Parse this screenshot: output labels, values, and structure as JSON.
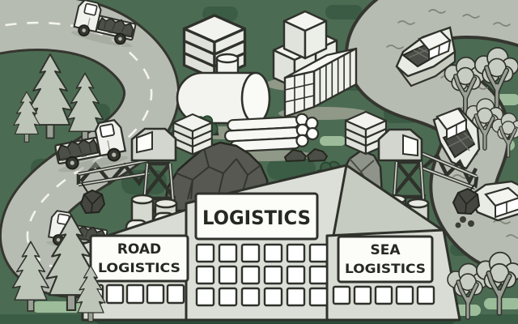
{
  "illustration": {
    "description": "Hand-drawn logistics scene: coal trucks on a winding road, cargo boats on a river, cranes, storage yard and a factory building",
    "signs": {
      "main": "LOGISTICS",
      "road_line1": "ROAD",
      "road_line2": "LOGISTICS",
      "sea_line1": "SEA",
      "sea_line2": "LOGISTICS"
    },
    "colors": {
      "background_green": "#4c6b53",
      "mottle_dark_green": "#31513c",
      "light_green_patch": "#a6c6a2",
      "road_river_gray": "#b7bcb3",
      "outline_ink": "#2f312b",
      "object_white": "#f5f6f1",
      "building_gray": "#d9dcd4",
      "cargo_coal_dark": "#4c4e48",
      "window_white": "#ffffff"
    }
  }
}
